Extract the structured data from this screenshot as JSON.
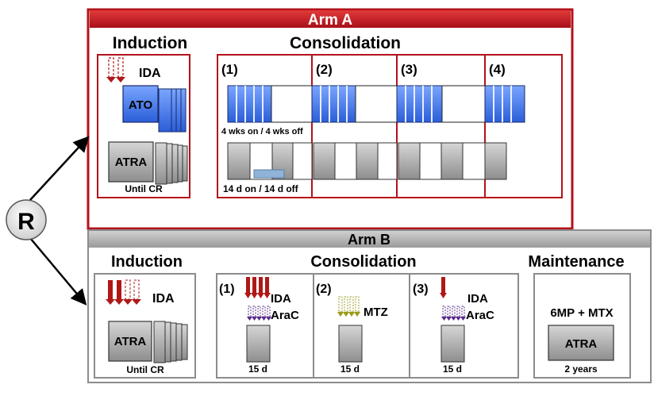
{
  "randomization": {
    "label": "R"
  },
  "arm_a": {
    "title": "Arm A",
    "induction": {
      "heading": "Induction",
      "drug_ida": "IDA",
      "drug_ato": "ATO",
      "drug_atra": "ATRA",
      "duration": "Until CR"
    },
    "consolidation": {
      "heading": "Consolidation",
      "cycles": [
        "(1)",
        "(2)",
        "(3)",
        "(4)"
      ],
      "ato_schedule": "4 wks on / 4 wks off",
      "atra_schedule": "14 d on / 14 d off"
    }
  },
  "arm_b": {
    "title": "Arm B",
    "induction": {
      "heading": "Induction",
      "drug_ida": "IDA",
      "drug_atra": "ATRA",
      "duration": "Until CR"
    },
    "consolidation": {
      "heading": "Consolidation",
      "cycles": [
        {
          "label": "(1)",
          "drugs": [
            "IDA",
            "AraC"
          ],
          "duration": "15 d"
        },
        {
          "label": "(2)",
          "drugs": [
            "MTZ"
          ],
          "duration": "15 d"
        },
        {
          "label": "(3)",
          "drugs": [
            "IDA",
            "AraC"
          ],
          "duration": "15 d"
        }
      ]
    },
    "maintenance": {
      "heading": "Maintenance",
      "drugs": "6MP + MTX",
      "drug_atra": "ATRA",
      "duration": "2 years"
    }
  },
  "colors": {
    "arm_a_header": "#c0141c",
    "arm_a_border": "#b3121a",
    "arm_b_header": "#a6a6a6",
    "arm_b_border": "#8c8c8c",
    "ato_blue": "#3c6fe0",
    "atra_gray": "#a8a8a8",
    "ida_red": "#b01818",
    "arac_purple": "#5a2a8a",
    "mtz_olive": "#9a9a18"
  }
}
